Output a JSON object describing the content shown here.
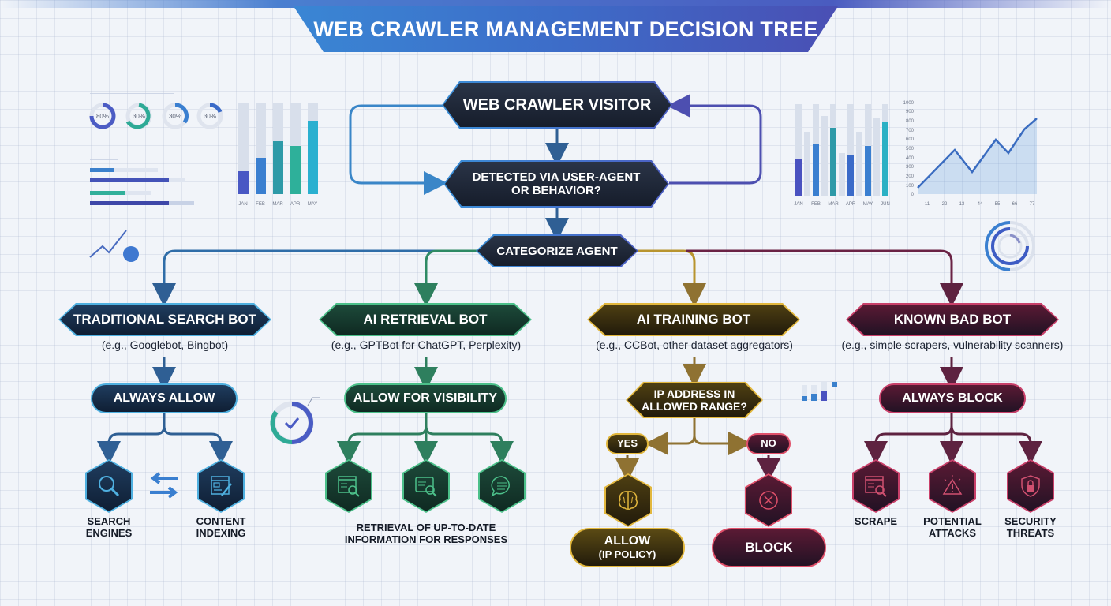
{
  "title": "WEB CRAWLER MANAGEMENT DECISION TREE",
  "colors": {
    "title_banner": "#3d6cc8",
    "traditional": "#2f7fc4",
    "retrieval": "#2e9a6c",
    "training": "#c89a2e",
    "bad_bot": "#8a2a52",
    "block": "#d0405e",
    "node_dark": "#1c2433"
  },
  "flow": {
    "start": "WEB CRAWLER VISITOR",
    "detect": "DETECTED VIA USER-AGENT OR BEHAVIOR?",
    "detect_line1": "DETECTED VIA USER-AGENT",
    "detect_line2": "OR BEHAVIOR?",
    "categorize": "CATEGORIZE AGENT"
  },
  "branches": [
    {
      "id": "traditional",
      "title": "TRADITIONAL SEARCH BOT",
      "examples": "(e.g., Googlebot, Bingbot)",
      "action": "ALWAYS ALLOW",
      "outcomes": [
        {
          "icon": "search-icon",
          "label_line1": "SEARCH",
          "label_line2": "ENGINES"
        },
        {
          "icon": "content-edit-icon",
          "label_line1": "CONTENT",
          "label_line2": "INDEXING"
        }
      ]
    },
    {
      "id": "retrieval",
      "title": "AI RETRIEVAL BOT",
      "examples": "(e.g., GPTBot for ChatGPT, Perplexity)",
      "action": "ALLOW FOR VISIBILITY",
      "outcomes": [
        {
          "icon": "browser-search-icon"
        },
        {
          "icon": "document-search-icon"
        },
        {
          "icon": "chat-bubble-icon"
        }
      ],
      "outcome_label_line1": "RETRIEVAL OF UP-TO-DATE",
      "outcome_label_line2": "INFORMATION FOR RESPONSES"
    },
    {
      "id": "training",
      "title": "AI TRAINING BOT",
      "examples": "(e.g., CCBot, other dataset aggregators)",
      "decision_line1": "IP ADDRESS IN",
      "decision_line2": "ALLOWED RANGE?",
      "yes_label": "YES",
      "no_label": "NO",
      "yes_icon": "brain-icon",
      "no_icon": "x-circle-icon",
      "allow_line1": "ALLOW",
      "allow_line2": "(IP POLICY)",
      "block_label": "BLOCK"
    },
    {
      "id": "bad",
      "title": "KNOWN BAD BOT",
      "examples": "(e.g., simple scrapers, vulnerability scanners)",
      "action": "ALWAYS BLOCK",
      "outcomes": [
        {
          "icon": "scrape-icon",
          "label_line1": "SCRAPE",
          "label_line2": ""
        },
        {
          "icon": "warning-icon",
          "label_line1": "POTENTIAL",
          "label_line2": "ATTACKS"
        },
        {
          "icon": "lock-shield-icon",
          "label_line1": "SECURITY",
          "label_line2": "THREATS"
        }
      ]
    }
  ],
  "decor": {
    "donuts": [
      "80%",
      "30%",
      "30%",
      "30%"
    ],
    "left_bar_months": [
      "JAN",
      "FEB",
      "MAR",
      "APR",
      "MAY"
    ],
    "right_bar_months": [
      "JAN",
      "FEB",
      "MAR",
      "APR",
      "MAY",
      "JUN"
    ],
    "line_y_ticks": [
      "1000",
      "900",
      "800",
      "700",
      "600",
      "500",
      "400",
      "300",
      "200",
      "100",
      "0"
    ],
    "line_x_ticks": [
      "11",
      "22",
      "13",
      "44",
      "55",
      "66",
      "77"
    ]
  }
}
